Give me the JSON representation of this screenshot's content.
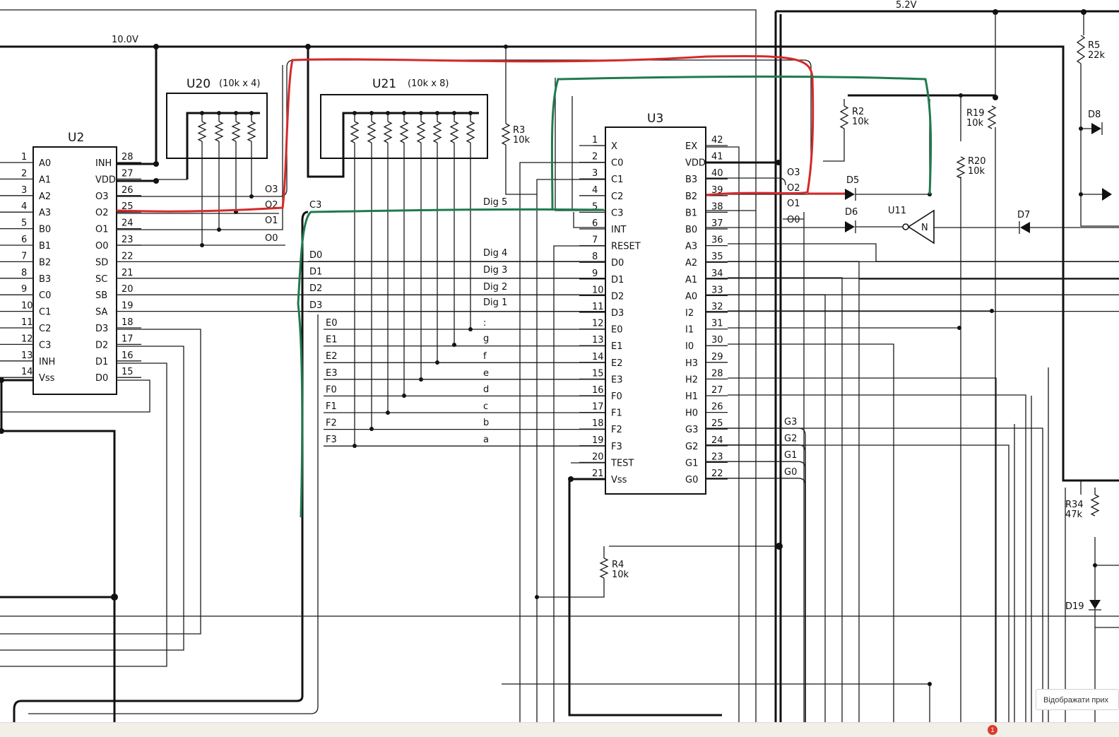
{
  "voltages": {
    "v10": "10.0V",
    "v52": "5.2V"
  },
  "u2": {
    "title": "U2",
    "left_pins": [
      {
        "n": "1",
        "name": "A0"
      },
      {
        "n": "2",
        "name": "A1"
      },
      {
        "n": "3",
        "name": "A2"
      },
      {
        "n": "4",
        "name": "A3"
      },
      {
        "n": "5",
        "name": "B0"
      },
      {
        "n": "6",
        "name": "B1"
      },
      {
        "n": "7",
        "name": "B2"
      },
      {
        "n": "8",
        "name": "B3"
      },
      {
        "n": "9",
        "name": "C0"
      },
      {
        "n": "10",
        "name": "C1"
      },
      {
        "n": "11",
        "name": "C2"
      },
      {
        "n": "12",
        "name": "C3"
      },
      {
        "n": "13",
        "name": "INH"
      },
      {
        "n": "14",
        "name": "Vss"
      }
    ],
    "right_pins": [
      {
        "n": "28",
        "name": "INH"
      },
      {
        "n": "27",
        "name": "VDD"
      },
      {
        "n": "26",
        "name": "O3"
      },
      {
        "n": "25",
        "name": "O2"
      },
      {
        "n": "24",
        "name": "O1"
      },
      {
        "n": "23",
        "name": "O0"
      },
      {
        "n": "22",
        "name": "SD"
      },
      {
        "n": "21",
        "name": "SC"
      },
      {
        "n": "20",
        "name": "SB"
      },
      {
        "n": "19",
        "name": "SA"
      },
      {
        "n": "18",
        "name": "D3"
      },
      {
        "n": "17",
        "name": "D2"
      },
      {
        "n": "16",
        "name": "D1"
      },
      {
        "n": "15",
        "name": "D0"
      }
    ]
  },
  "u20": {
    "title": "U20",
    "value": "(10k x 4)"
  },
  "u21": {
    "title": "U21",
    "value": "(10k x 8)"
  },
  "u3": {
    "title": "U3",
    "left_pins": [
      {
        "n": "1",
        "name": "X"
      },
      {
        "n": "2",
        "name": "C0"
      },
      {
        "n": "3",
        "name": "C1"
      },
      {
        "n": "4",
        "name": "C2"
      },
      {
        "n": "5",
        "name": "C3"
      },
      {
        "n": "6",
        "name": "INT"
      },
      {
        "n": "7",
        "name": "RESET"
      },
      {
        "n": "8",
        "name": "D0"
      },
      {
        "n": "9",
        "name": "D1"
      },
      {
        "n": "10",
        "name": "D2"
      },
      {
        "n": "11",
        "name": "D3"
      },
      {
        "n": "12",
        "name": "E0"
      },
      {
        "n": "13",
        "name": "E1"
      },
      {
        "n": "14",
        "name": "E2"
      },
      {
        "n": "15",
        "name": "E3"
      },
      {
        "n": "16",
        "name": "F0"
      },
      {
        "n": "17",
        "name": "F1"
      },
      {
        "n": "18",
        "name": "F2"
      },
      {
        "n": "19",
        "name": "F3"
      },
      {
        "n": "20",
        "name": "TEST"
      },
      {
        "n": "21",
        "name": "Vss"
      }
    ],
    "right_pins": [
      {
        "n": "42",
        "name": "EX"
      },
      {
        "n": "41",
        "name": "VDD"
      },
      {
        "n": "40",
        "name": "B3"
      },
      {
        "n": "39",
        "name": "B2"
      },
      {
        "n": "38",
        "name": "B1"
      },
      {
        "n": "37",
        "name": "B0"
      },
      {
        "n": "36",
        "name": "A3"
      },
      {
        "n": "35",
        "name": "A2"
      },
      {
        "n": "34",
        "name": "A1"
      },
      {
        "n": "33",
        "name": "A0"
      },
      {
        "n": "32",
        "name": "I2"
      },
      {
        "n": "31",
        "name": "I1"
      },
      {
        "n": "30",
        "name": "I0"
      },
      {
        "n": "29",
        "name": "H3"
      },
      {
        "n": "28",
        "name": "H2"
      },
      {
        "n": "27",
        "name": "H1"
      },
      {
        "n": "26",
        "name": "H0"
      },
      {
        "n": "25",
        "name": "G3"
      },
      {
        "n": "24",
        "name": "G2"
      },
      {
        "n": "23",
        "name": "G1"
      },
      {
        "n": "22",
        "name": "G0"
      }
    ]
  },
  "nets": {
    "u2_outs": [
      "O3",
      "O2",
      "O1",
      "O0"
    ],
    "u3_outs": [
      "O3",
      "O2",
      "O1",
      "O0"
    ],
    "c3": "C3",
    "bus_d": [
      "D0",
      "D1",
      "D2",
      "D3"
    ],
    "bus_ef": [
      "E0",
      "E1",
      "E2",
      "E3",
      "F0",
      "F1",
      "F2",
      "F3"
    ],
    "digits": [
      "Dig 5",
      "Dig 4",
      "Dig 3",
      "Dig 2",
      "Dig 1"
    ],
    "segments": [
      ":",
      "g",
      "f",
      "e",
      "d",
      "c",
      "b",
      "a"
    ],
    "bus_g": [
      "G3",
      "G2",
      "G1",
      "G0"
    ]
  },
  "resistors": [
    {
      "name": "R3",
      "value": "10k"
    },
    {
      "name": "R2",
      "value": "10k"
    },
    {
      "name": "R19",
      "value": "10k"
    },
    {
      "name": "R20",
      "value": "10k"
    },
    {
      "name": "R4",
      "value": "10k"
    },
    {
      "name": "R5",
      "value": "22k"
    },
    {
      "name": "R34",
      "value": "47k"
    }
  ],
  "diodes": [
    "D5",
    "D6",
    "D7",
    "D8",
    "D19"
  ],
  "inverter": {
    "name": "U11",
    "mark": "N"
  },
  "tooltip": "Відображати прих",
  "colors": {
    "red_trace": "#d42a2a",
    "green_trace": "#1f7a4d"
  }
}
